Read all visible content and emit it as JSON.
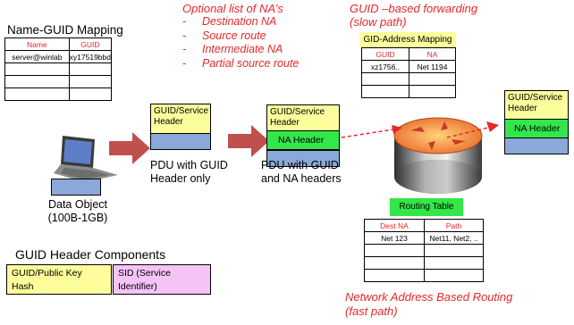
{
  "name_guid": {
    "title": "Name-GUID Mapping",
    "headers": [
      "Name",
      "GUID"
    ],
    "row1": [
      "server@winlab",
      "xy17519bbd"
    ]
  },
  "na_list": {
    "title": "Optional list of NA’s",
    "items": [
      "Destination NA",
      "Source route",
      "Intermediate NA",
      "Partial source route"
    ],
    "dash": "-"
  },
  "guid_forwarding": {
    "line1": "GUID –based forwarding",
    "line2": "(slow path)"
  },
  "gid_mapping": {
    "title": "GID-Address Mapping",
    "headers": [
      "GUID",
      "NA"
    ],
    "row1": [
      "xz1756..",
      "Net 1194"
    ]
  },
  "headers": {
    "guid_service": "GUID/Service Header",
    "na": "NA Header"
  },
  "captions": {
    "pdu1": "PDU with GUID Header only",
    "pdu2": "PDU with GUID and NA headers",
    "data_object": "Data Object",
    "data_size": "(100B-1GB)"
  },
  "routing": {
    "title": "Routing Table",
    "headers": [
      "Dest NA",
      "Path"
    ],
    "row1": [
      "Net 123",
      "Net11, Net2, .."
    ]
  },
  "na_routing": {
    "line1": "Network Address Based Routing",
    "line2": "(fast path)"
  },
  "components": {
    "title": "GUID Header Components",
    "guid_key": "GUID/Public Key Hash",
    "sid": "SID (Service Identifier)"
  },
  "colors": {
    "red": "#e8262a",
    "yellow": "#fdfd9c",
    "green": "#33e64a",
    "blue": "#8aa9d8",
    "pink": "#f6c3f6",
    "arrow": "#c0504d"
  }
}
